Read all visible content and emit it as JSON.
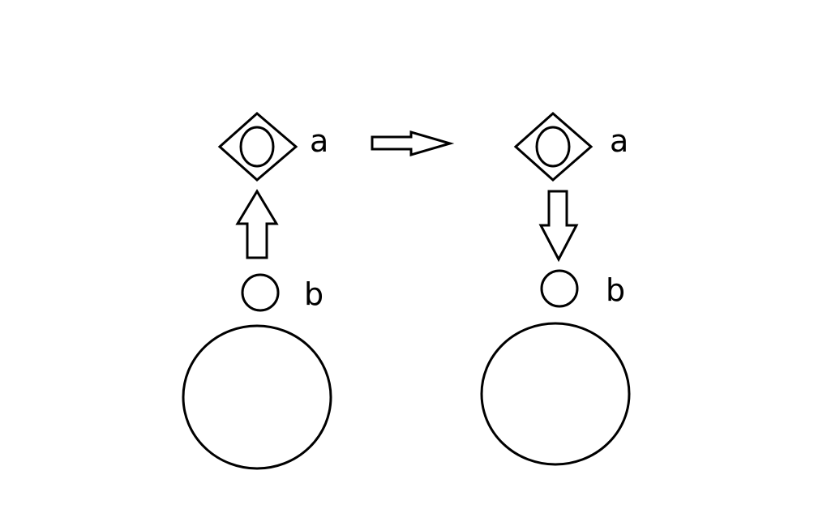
{
  "diagram": {
    "left_panel": {
      "top_label": "a",
      "small_circle_label": "b"
    },
    "right_panel": {
      "top_label": "a",
      "small_circle_label": "b"
    }
  },
  "colors": {
    "stroke": "#000000",
    "background": "#ffffff"
  }
}
